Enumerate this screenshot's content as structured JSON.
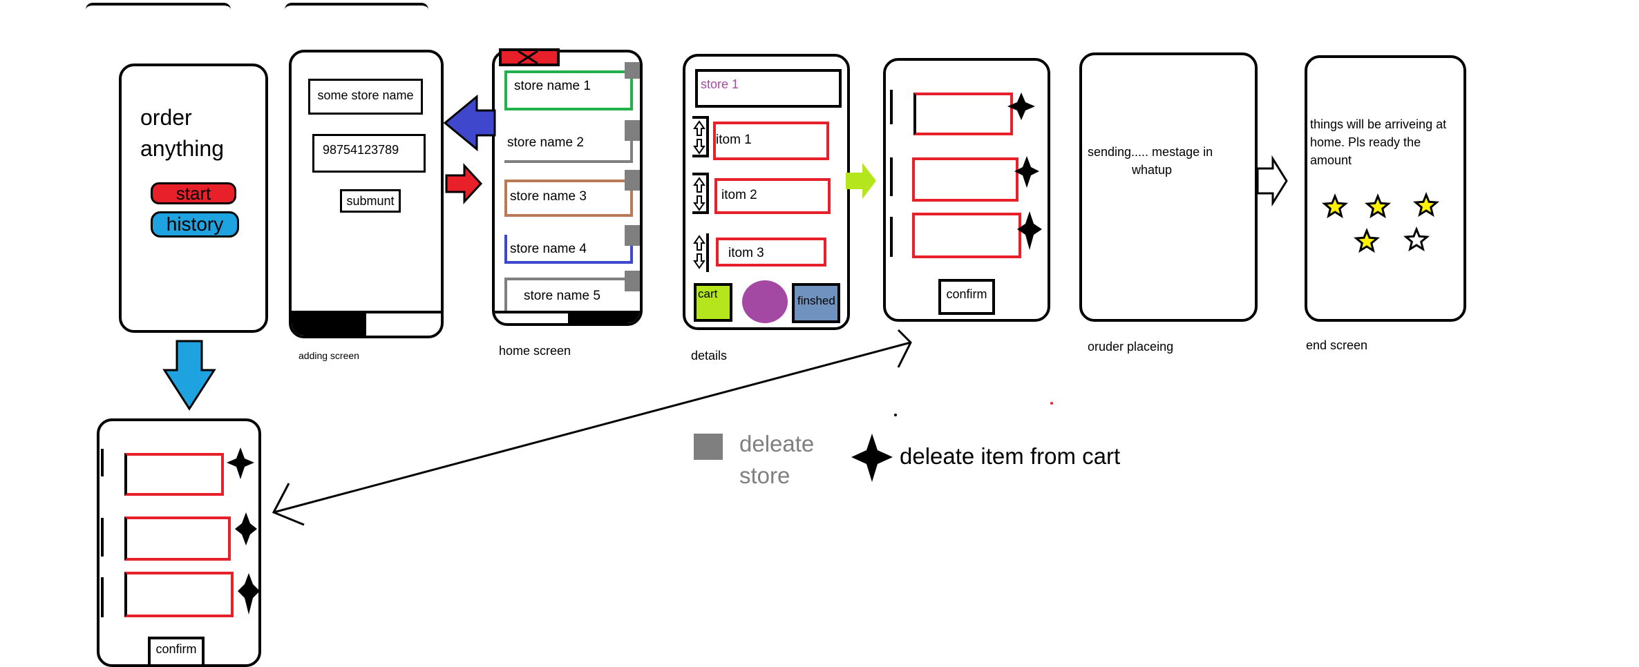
{
  "welcome": {
    "title_line1": "order",
    "title_line2": "anything",
    "start_label": "start",
    "history_label": "history"
  },
  "adding_screen": {
    "store_name_value": "some store name",
    "phone_value": "98754123789",
    "submit_label": "submunt",
    "caption": "adding screen"
  },
  "home_screen": {
    "stores": [
      "store name 1",
      "store name 2",
      "store name 3",
      "store name 4",
      "store name 5"
    ],
    "caption": "home screen"
  },
  "details": {
    "store_title": "store 1",
    "items": [
      "itom 1",
      "itom 2",
      "itom 3"
    ],
    "cart_label": "cart",
    "finished_label": "finshed",
    "caption": "details"
  },
  "cart_screen": {
    "confirm_label": "confirm"
  },
  "order_placing": {
    "message_line1": "sending..... mestage in",
    "message_line2": "whatup",
    "caption": "oruder placeing"
  },
  "end_screen": {
    "message_line1": "things will be arriveing at",
    "message_line2": "home. Pls ready the",
    "message_line3": "amount",
    "rating_filled": 4,
    "rating_max": 5,
    "caption": "end screen"
  },
  "history_screen": {
    "confirm_label": "confirm"
  },
  "legend": {
    "delete_store_line1": "deleate",
    "delete_store_line2": "store",
    "delete_item": "deleate item from cart"
  },
  "colors": {
    "red": "#e8202a",
    "blue": "#1fa3e0",
    "indigo": "#3f48cc",
    "lime": "#b5e61d",
    "gray": "#7f7f7f",
    "green": "#22b14c",
    "brown": "#b97a57",
    "purple": "#a349a4",
    "slate": "#7092be",
    "star_yellow": "#fff200"
  }
}
